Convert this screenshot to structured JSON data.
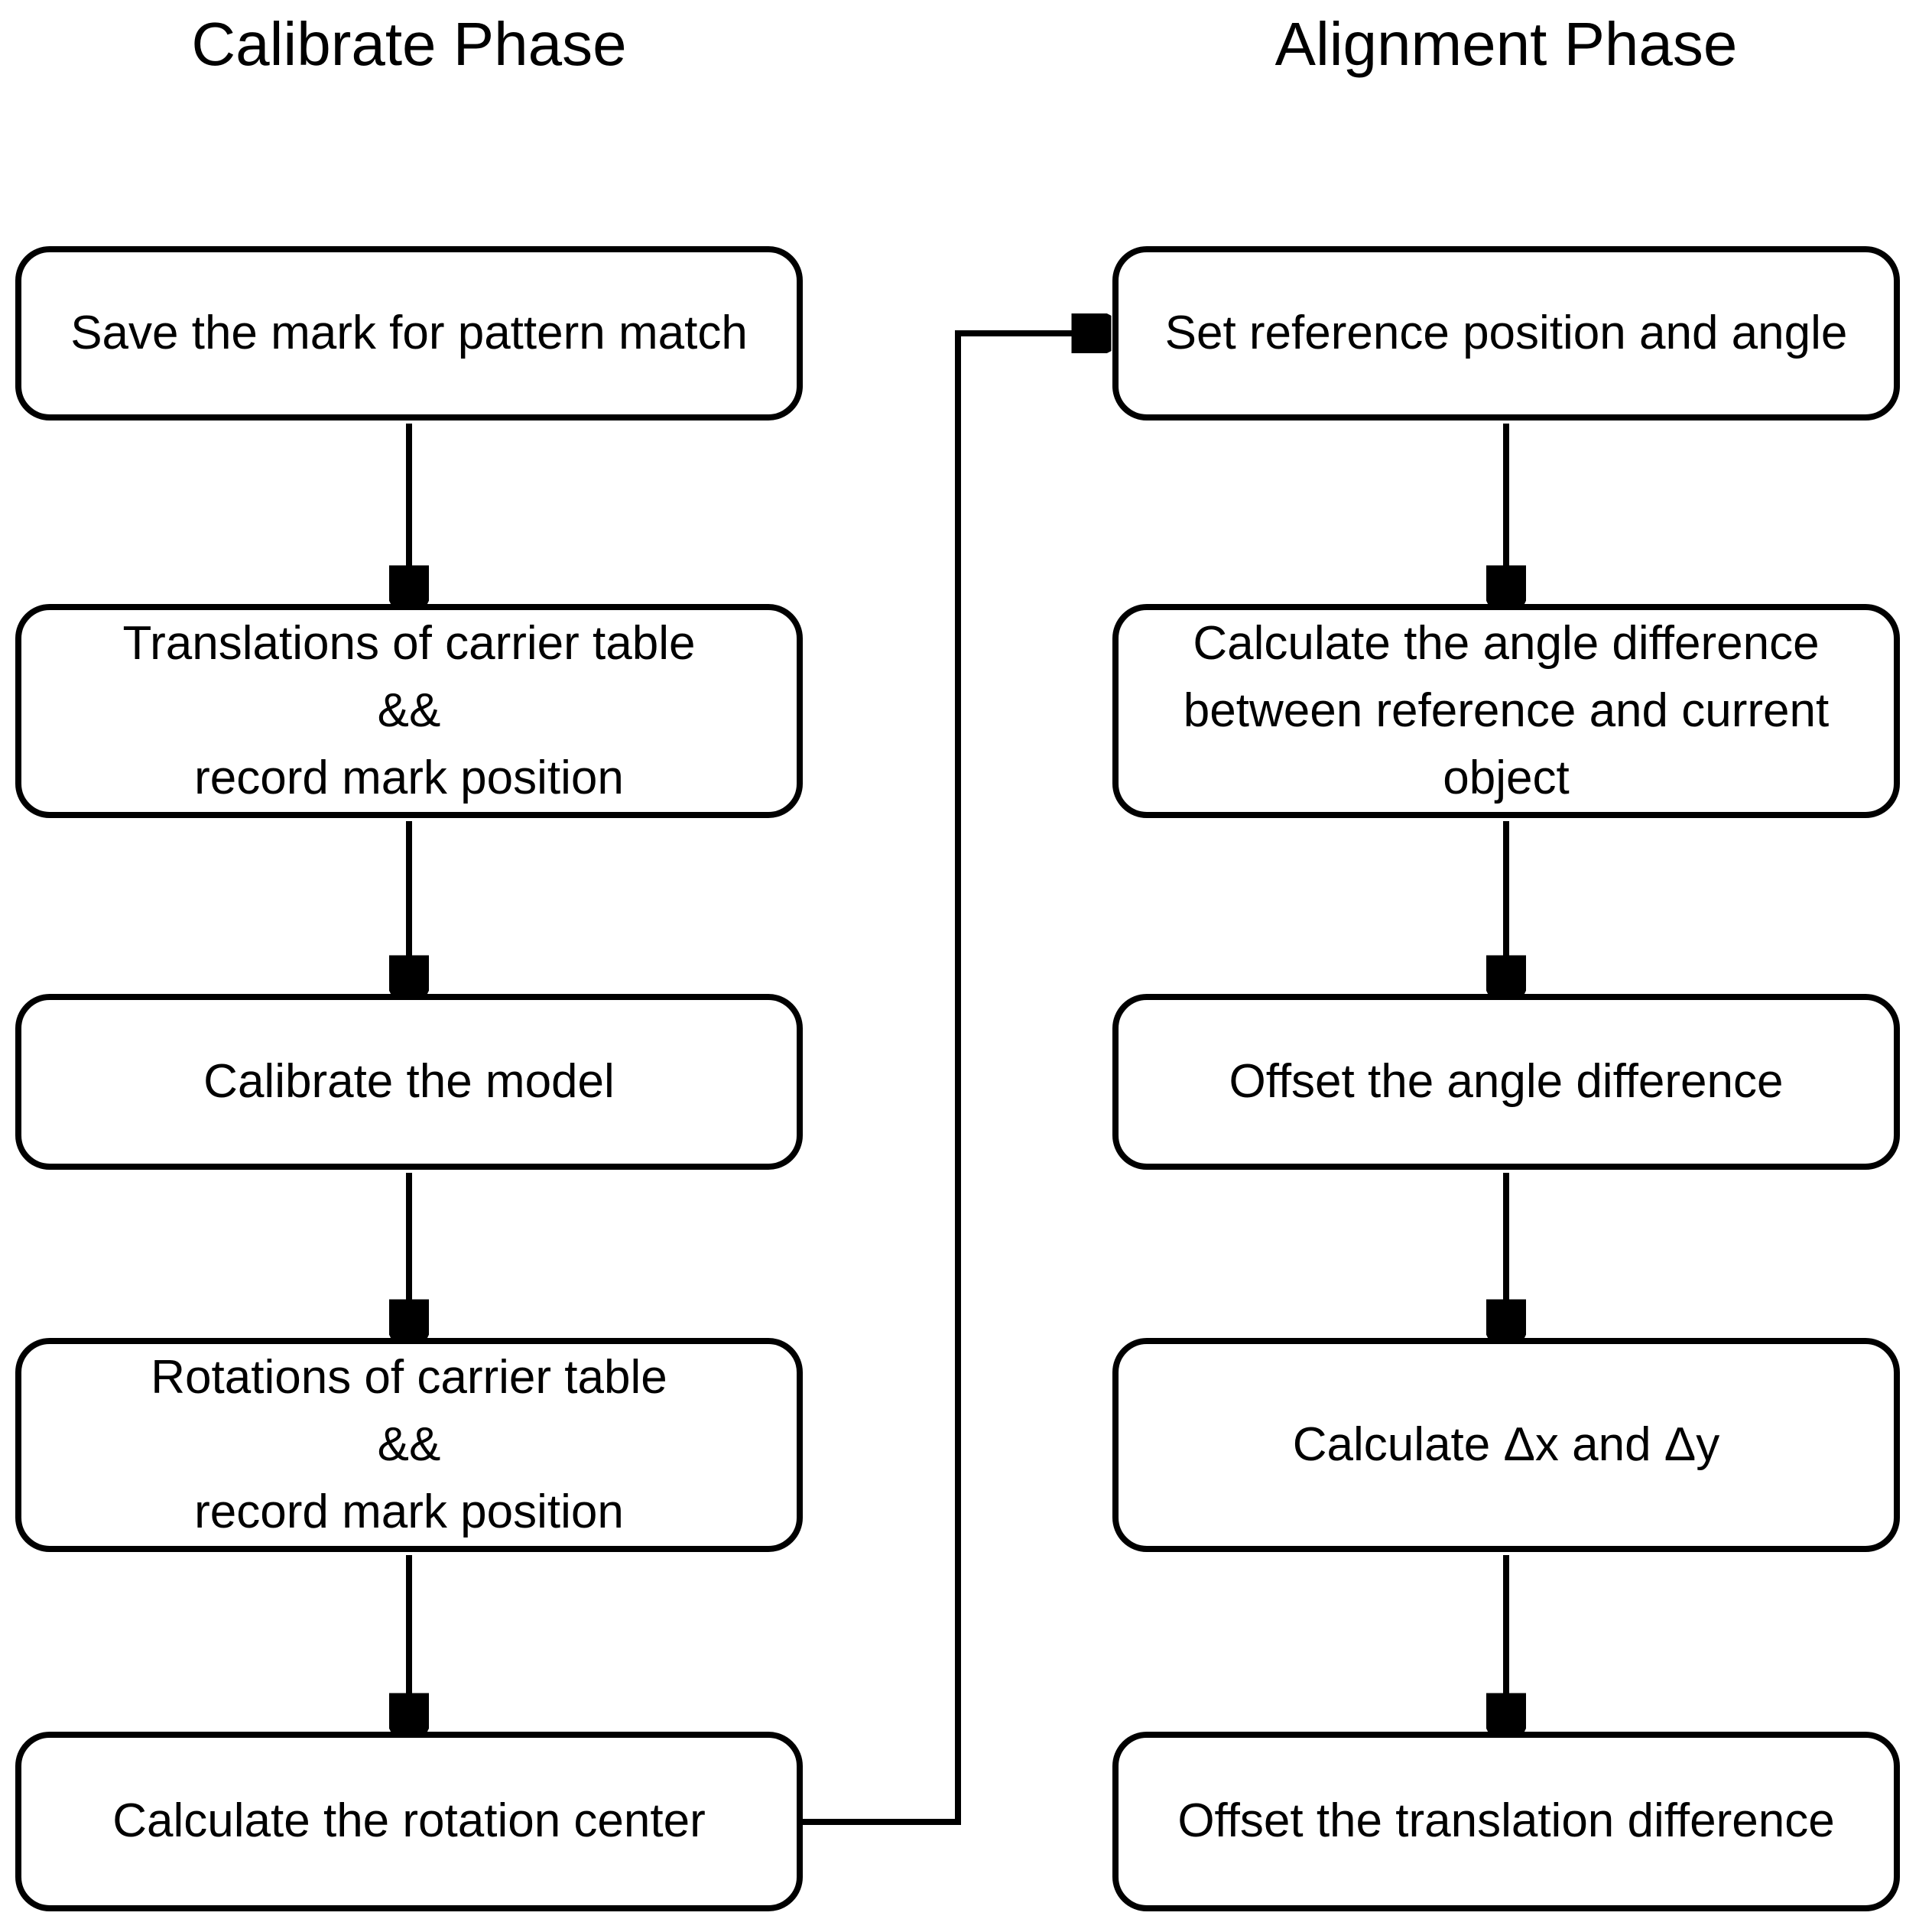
{
  "page": {
    "background_color": "#ffffff",
    "ink_color": "#000000"
  },
  "diagram": {
    "type": "flowchart",
    "columns": [
      {
        "title": "Calibrate Phase",
        "nodes": [
          {
            "label": "Save the mark for pattern match"
          },
          {
            "label": "Translations of carrier table\n&&\nrecord mark position"
          },
          {
            "label": "Calibrate the model"
          },
          {
            "label": "Rotations of carrier table\n&&\nrecord mark position"
          },
          {
            "label": "Calculate the rotation center"
          }
        ]
      },
      {
        "title": "Alignment Phase",
        "nodes": [
          {
            "label": "Set reference position and angle"
          },
          {
            "label": "Calculate the angle difference\nbetween reference and current\nobject"
          },
          {
            "label": "Offset the angle difference"
          },
          {
            "label": "Calculate Δx and Δy"
          },
          {
            "label": "Offset the translation difference"
          }
        ]
      }
    ],
    "edges": [
      {
        "from": "Save the mark for pattern match",
        "to": "Translations of carrier table && record mark position"
      },
      {
        "from": "Translations of carrier table && record mark position",
        "to": "Calibrate the model"
      },
      {
        "from": "Calibrate the model",
        "to": "Rotations of carrier table && record mark position"
      },
      {
        "from": "Rotations of carrier table && record mark position",
        "to": "Calculate the rotation center"
      },
      {
        "from": "Calculate the rotation center",
        "to": "Set reference position and angle"
      },
      {
        "from": "Set reference position and angle",
        "to": "Calculate the angle difference between reference and current object"
      },
      {
        "from": "Calculate the angle difference between reference and current object",
        "to": "Offset the angle difference"
      },
      {
        "from": "Offset the angle difference",
        "to": "Calculate Δx and Δy"
      },
      {
        "from": "Calculate Δx and Δy",
        "to": "Offset the translation difference"
      }
    ]
  }
}
